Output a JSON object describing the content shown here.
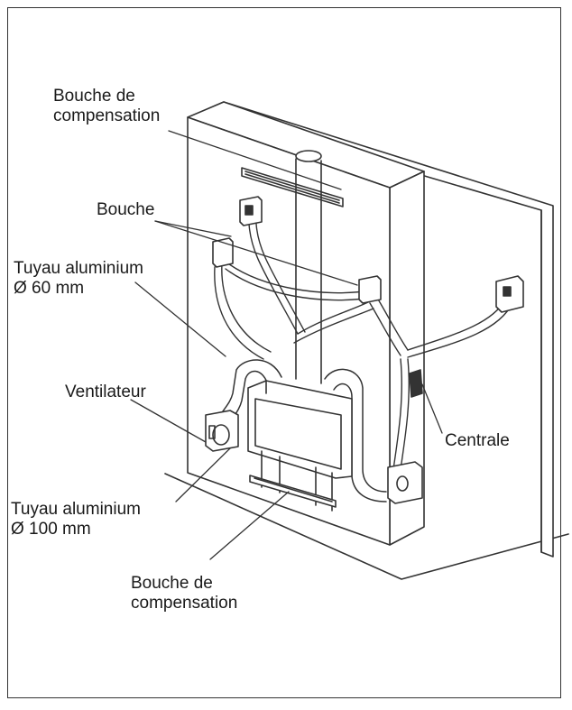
{
  "labels": {
    "bouche_de_compensation_top": [
      "Bouche de",
      "compensation"
    ],
    "bouche": "Bouche",
    "tuyau_60": [
      "Tuyau aluminium",
      "Ø 60 mm"
    ],
    "ventilateur": "Ventilateur",
    "centrale": "Centrale",
    "tuyau_100": [
      "Tuyau aluminium",
      "Ø 100 mm"
    ],
    "bouche_de_compensation_bottom": [
      "Bouche de",
      "compensation"
    ]
  },
  "colors": {
    "line": "#333333",
    "text": "#1a1a1a"
  }
}
